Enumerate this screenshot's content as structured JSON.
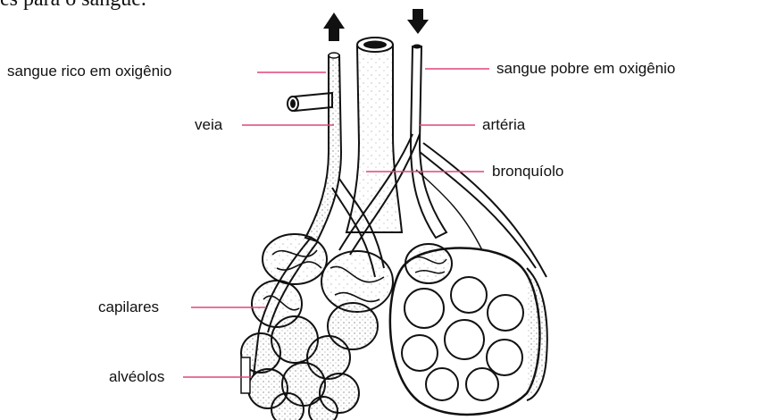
{
  "heading": "es para o sangue.",
  "labels": {
    "sangue_rico": "sangue rico em oxigênio",
    "sangue_pobre": "sangue pobre em oxigênio",
    "veia": "veia",
    "arteria": "artéria",
    "bronquiolo": "bronquíolo",
    "capilares": "capilares",
    "alveolos": "alvéolos"
  },
  "colors": {
    "leader_line": "#e0457b",
    "ink": "#111111"
  },
  "icons": {
    "up_arrow": "up-arrow-icon",
    "down_arrow": "down-arrow-icon"
  }
}
